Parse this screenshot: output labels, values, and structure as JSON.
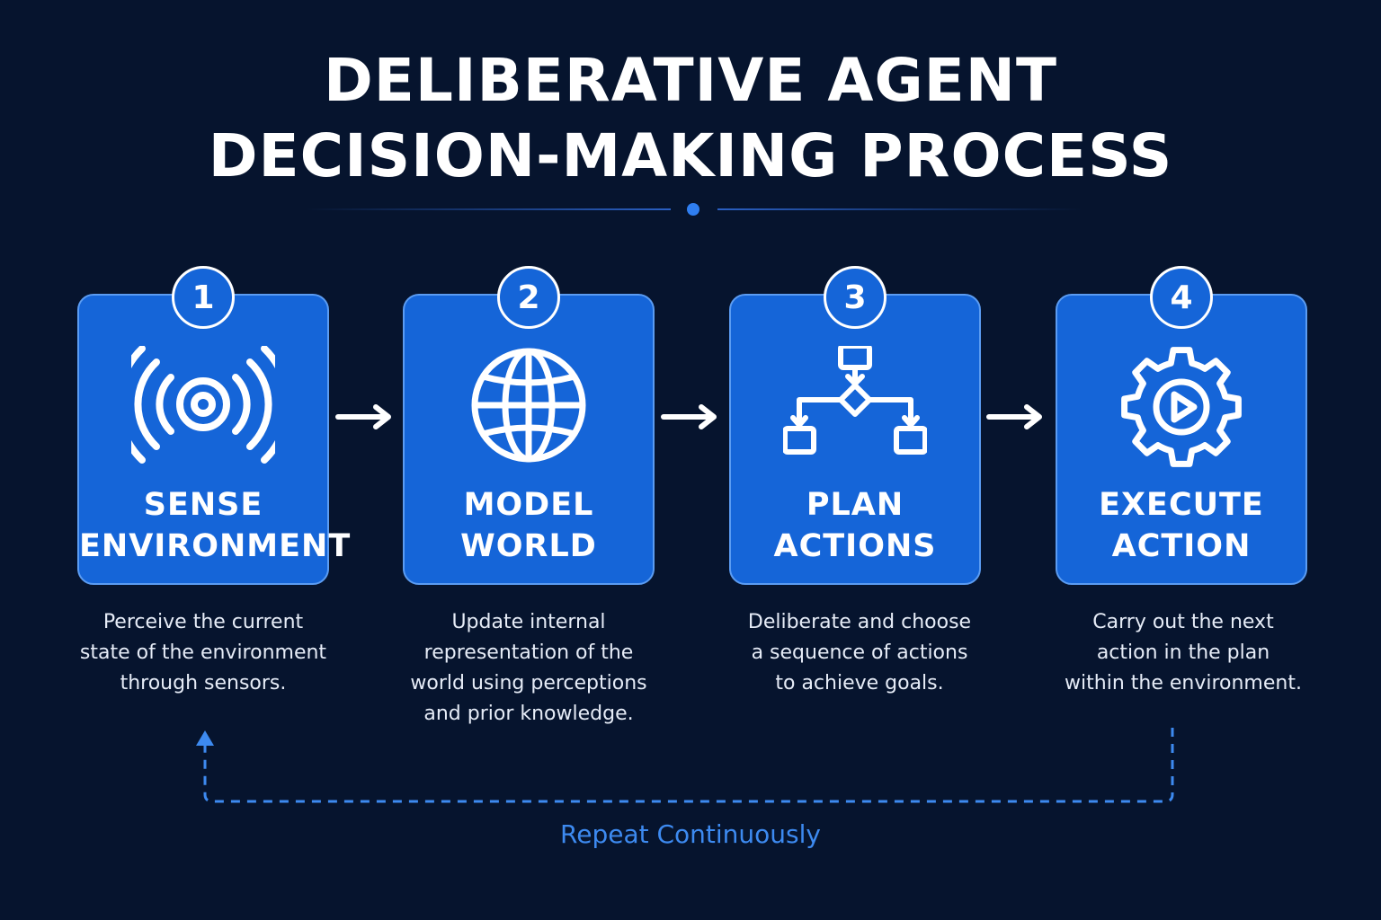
{
  "title": {
    "line1": "DELIBERATIVE AGENT",
    "line2": "DECISION-MAKING PROCESS"
  },
  "colors": {
    "background": "#06142e",
    "card": "#1565d8",
    "card_border": "#5b9cf2",
    "accent": "#3d8af0"
  },
  "steps": [
    {
      "number": "1",
      "label_line1": "SENSE",
      "label_line2": "ENVIRONMENT",
      "icon": "sensor-signal-icon",
      "description": [
        "Perceive the current",
        "state of the environment",
        "through sensors."
      ]
    },
    {
      "number": "2",
      "label_line1": "MODEL",
      "label_line2": "WORLD",
      "icon": "globe-icon",
      "description": [
        "Update internal",
        "representation of the",
        "world using perceptions",
        "and prior knowledge."
      ]
    },
    {
      "number": "3",
      "label_line1": "PLAN",
      "label_line2": "ACTIONS",
      "icon": "flowchart-icon",
      "description": [
        "Deliberate and choose",
        "a sequence of actions",
        "to achieve goals."
      ]
    },
    {
      "number": "4",
      "label_line1": "EXECUTE",
      "label_line2": "ACTION",
      "icon": "gear-play-icon",
      "description": [
        "Carry out the next",
        "action in the plan",
        "within the environment."
      ]
    }
  ],
  "loop_label": "Repeat Continuously"
}
